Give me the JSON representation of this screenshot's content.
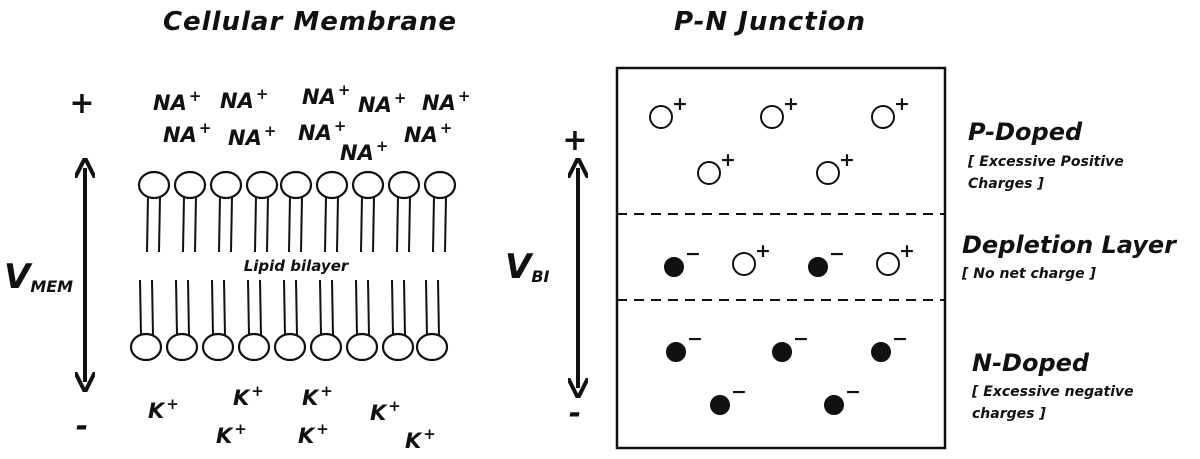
{
  "membrane": {
    "title": "Cellular Membrane",
    "top_sign": "+",
    "bottom_sign": "-",
    "voltage_main": "V",
    "voltage_sub": "MEM",
    "na_ion": "NA",
    "k_ion": "K",
    "plus_sup": "+",
    "bilayer_label": "Lipid bilayer"
  },
  "junction": {
    "title": "P-N Junction",
    "top_sign": "+",
    "bottom_sign": "-",
    "voltage_main": "V",
    "voltage_sub": "BI",
    "plus_sup": "+",
    "minus_sup": "−",
    "regions": [
      {
        "name": "P-Doped",
        "note_line1": "[ Excessive Positive",
        "note_line2": "Charges ]"
      },
      {
        "name": "Depletion Layer",
        "note_line1": "[ No net charge ]",
        "note_line2": ""
      },
      {
        "name": "N-Doped",
        "note_line1": "[ Excessive negative",
        "note_line2": "charges ]"
      }
    ]
  }
}
